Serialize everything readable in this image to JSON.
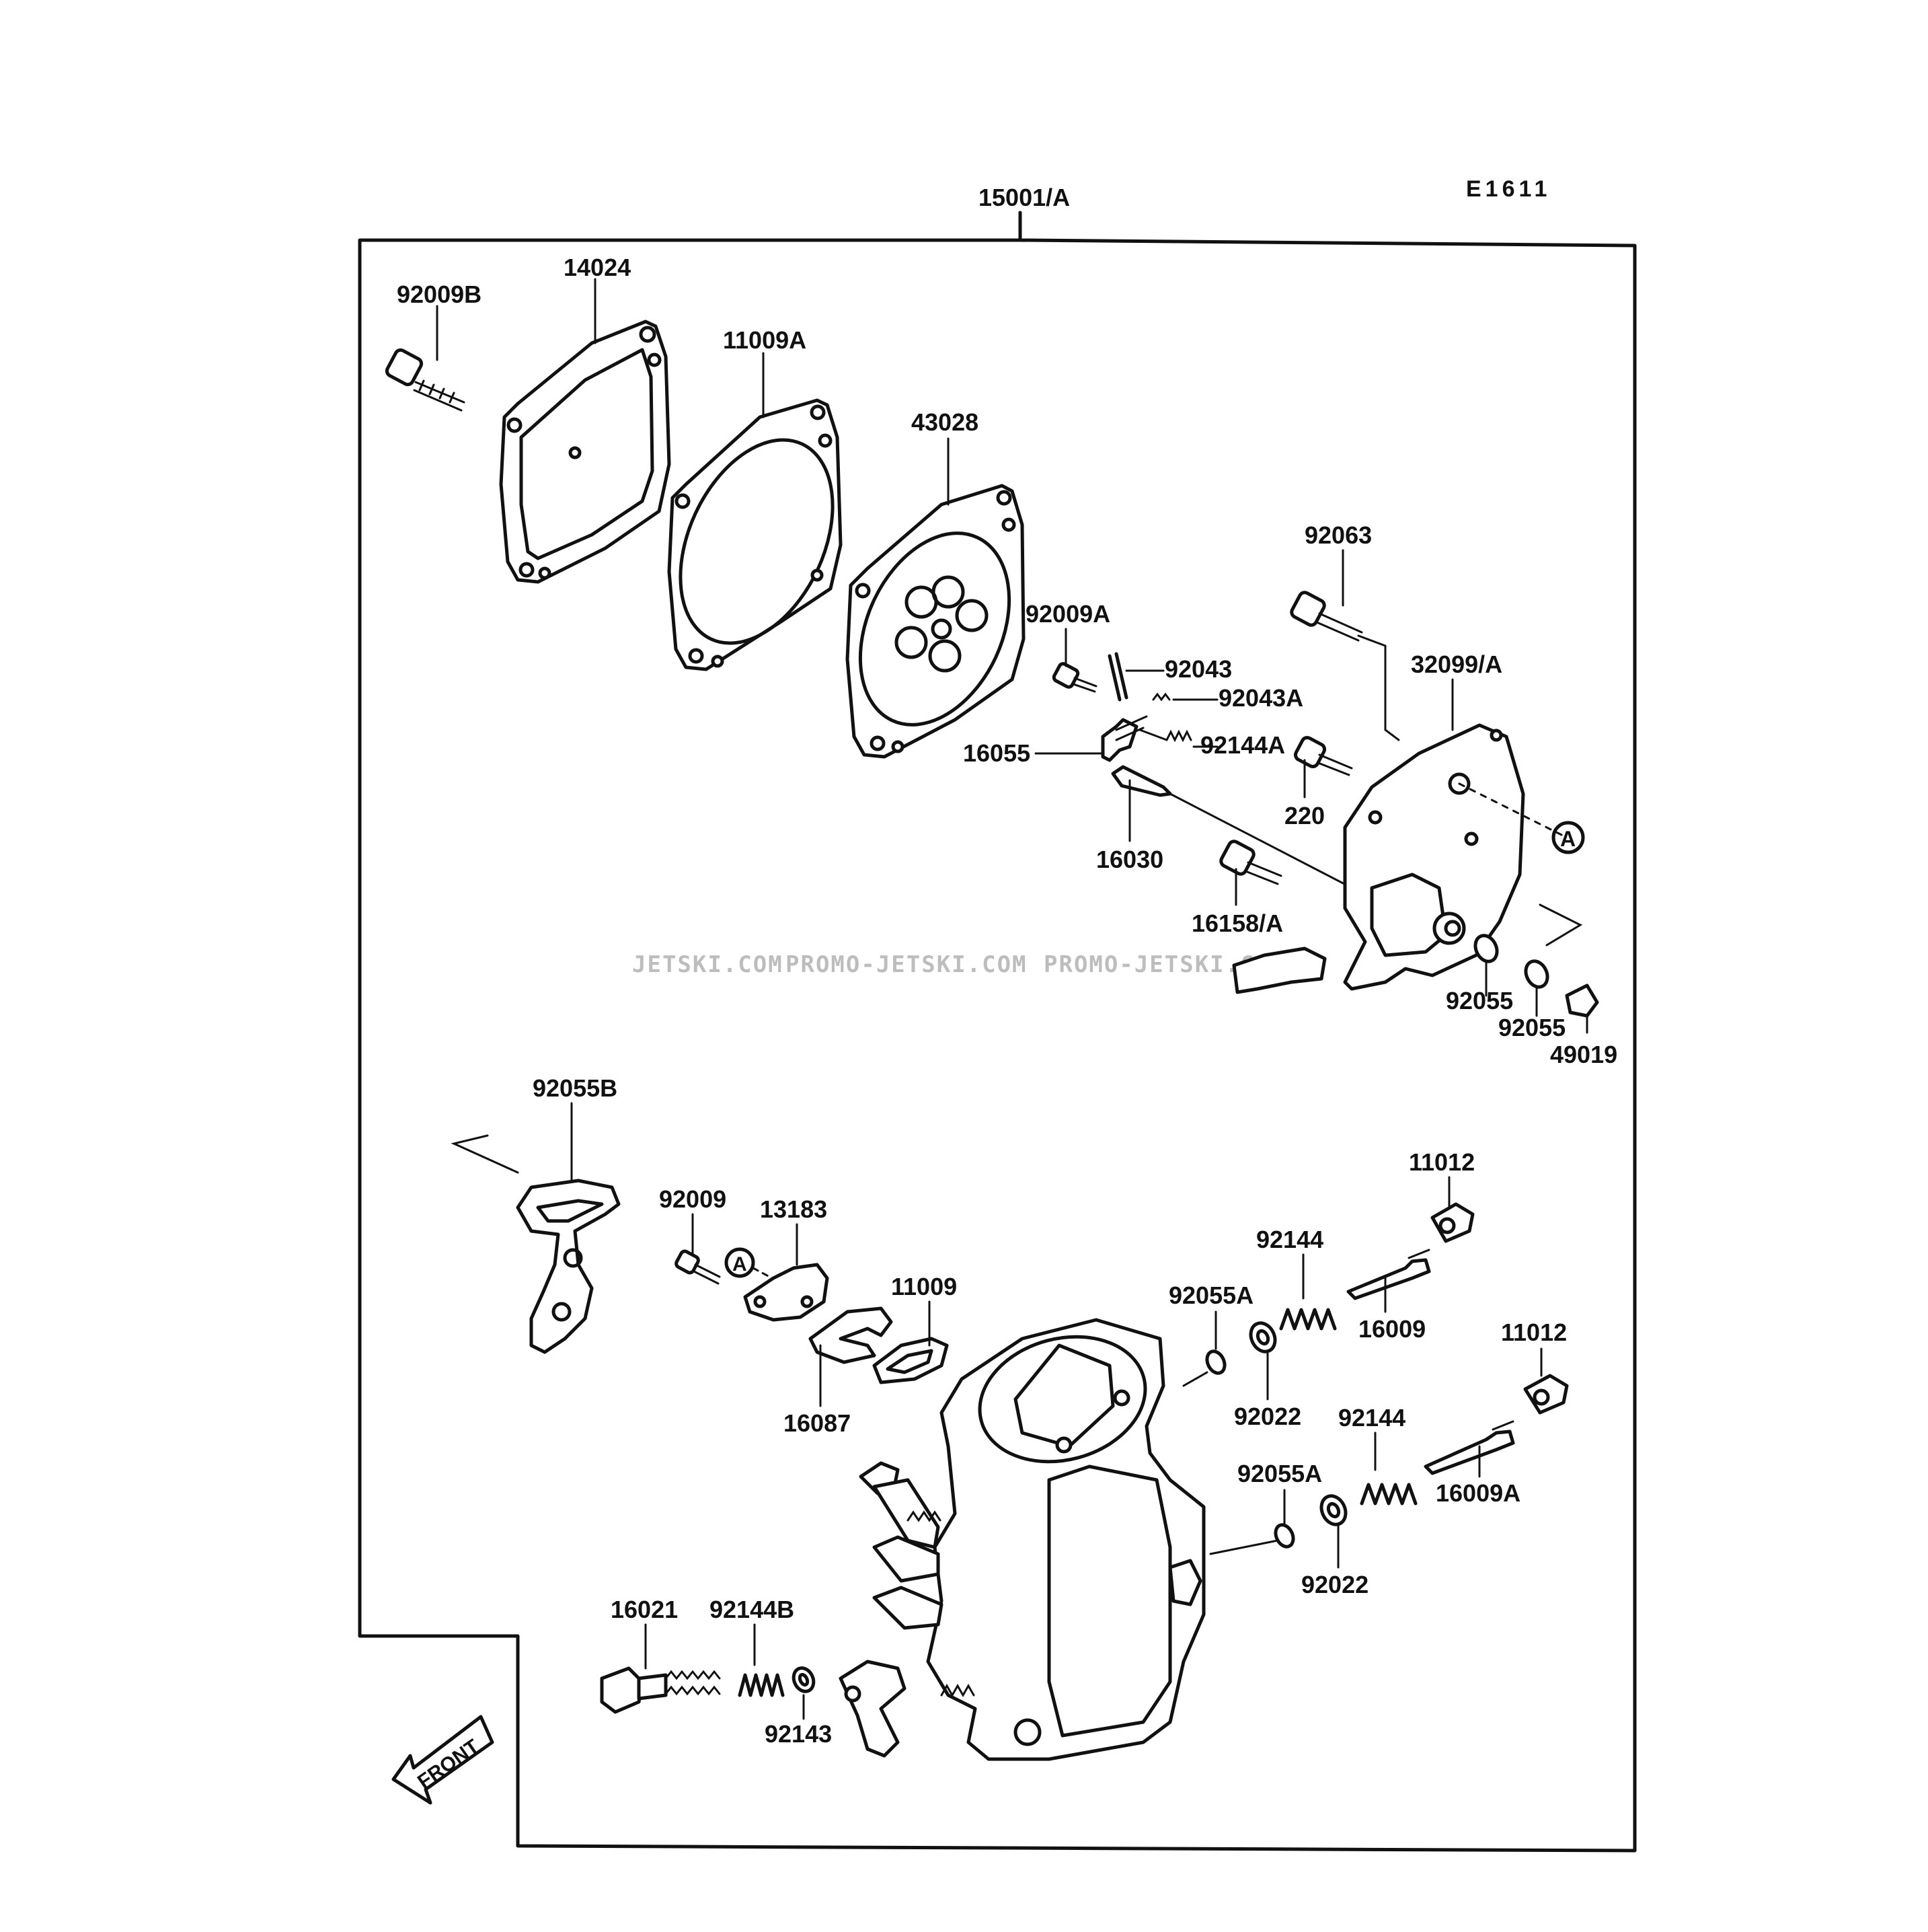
{
  "diagram": {
    "drawing_code": "E1611",
    "assembly_number": "15001/A",
    "front_label": "FRONT",
    "watermarks": [
      "JETSKI.COM",
      "PROMO-JETSKI.COM",
      "PROMO-JETSKI.COM"
    ],
    "callout_marker": "A",
    "part_labels": [
      "92009B",
      "14024",
      "11009A",
      "43028",
      "92063",
      "92009A",
      "92043",
      "32099/A",
      "92043A",
      "16055",
      "92144A",
      "220",
      "16030",
      "16158/A",
      "92055",
      "92055",
      "49019",
      "92055B",
      "92009",
      "13183",
      "11009",
      "16087",
      "92055A",
      "92144",
      "11012",
      "16009",
      "92022",
      "11012",
      "92144",
      "92055A",
      "16009A",
      "92022",
      "16021",
      "92144B",
      "92143"
    ]
  }
}
